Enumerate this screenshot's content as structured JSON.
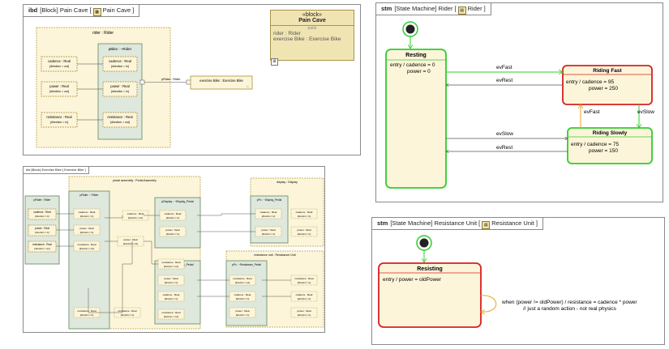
{
  "ibd_main": {
    "tab_kind": "ibd",
    "tab_text": "[Block] Pain Cave [",
    "tab_name": "Pain Cave ]",
    "rider_part": "rider : Rider",
    "pbike_port": "pBike : ~Rider",
    "flows": [
      {
        "name": "cadence : Real",
        "left_dir": "{direction = out}",
        "right_name": "cadence : Real",
        "right_dir": "{direction = in}"
      },
      {
        "name": "power : Real",
        "left_dir": "{direction = out}",
        "right_name": "power : Real",
        "right_dir": "{direction = in}"
      },
      {
        "name": "resistance : Real",
        "left_dir": "{direction = in}",
        "right_name": "resistance : Real",
        "right_dir": "{direction = out}"
      }
    ],
    "connector_label": "pRider : Rider",
    "exercise_bike": "exercise Bike : Exercise Bike",
    "block_stereotype": "«block»",
    "block_name": "Pain Cave",
    "block_parts_header": "parts",
    "block_parts": [
      "rider : Rider",
      "exercise Bike : Exercise Bike"
    ]
  },
  "ibd_bike": {
    "tab_text": "ibd [Block] Exercise Bike [ Exercise Bike ]",
    "prider": "pRider : Rider",
    "prider_flows": [
      {
        "name": "cadence : Real",
        "dir": "{direction = in}"
      },
      {
        "name": "power : Real",
        "dir": "{direction = in}"
      },
      {
        "name": "resistance : Real",
        "dir": "{direction = out}"
      }
    ],
    "pedal_assembly": "pedal assembly : Pedal Assembly",
    "prider_inner": "pRider : ~Rider",
    "pdisplay": "pDisplay : ~Display_Pedal",
    "pru": "pRU : ~Resistance_Pedal",
    "display": "display : Display",
    "pdisplay_pedal": "pPc : ~Display_Pedal",
    "resistance_unit": "resistance unit : Resistance Unit",
    "pru_pedal": "pPc : ~Resistance_Pedal",
    "cadence": "cadence : Real",
    "power": "power : Real",
    "resistance": "resistance : Real",
    "dir_in": "{direction = in}",
    "dir_out": "{direction = out}"
  },
  "stm_rider": {
    "tab_kind": "stm",
    "tab_text": "[State Machine] Rider [",
    "tab_name": "Rider ]",
    "resting": {
      "name": "Resting",
      "lines": [
        "entry / cadence = 0",
        "power = 0"
      ]
    },
    "riding_fast": {
      "name": "Riding Fast",
      "lines": [
        "entry / cadence = 95",
        "power = 250"
      ]
    },
    "riding_slowly": {
      "name": "Riding Slowly",
      "lines": [
        "entry / cadence = 75",
        "power = 150"
      ]
    },
    "transitions": [
      "evFast",
      "evRest",
      "evSlow",
      "evRest",
      "evFast",
      "evSlow"
    ]
  },
  "stm_resistance": {
    "tab_kind": "stm",
    "tab_text": "[State Machine] Resistance Unit [",
    "tab_name": "Resistance Unit ]",
    "state_name": "Resisting",
    "state_entry": "entry / power = oldPower",
    "self_transition": [
      "when (power != oldPower) / resistance = cadence * power",
      "// just a random action - not real physics"
    ]
  },
  "colors": {
    "part_fill": "#fdf5d9",
    "port_fill": "#dfe8dc",
    "block_fill": "#f1e4b3",
    "active_green": "#2ecc2e",
    "active_red": "#d62020",
    "orange": "#f0a020"
  }
}
